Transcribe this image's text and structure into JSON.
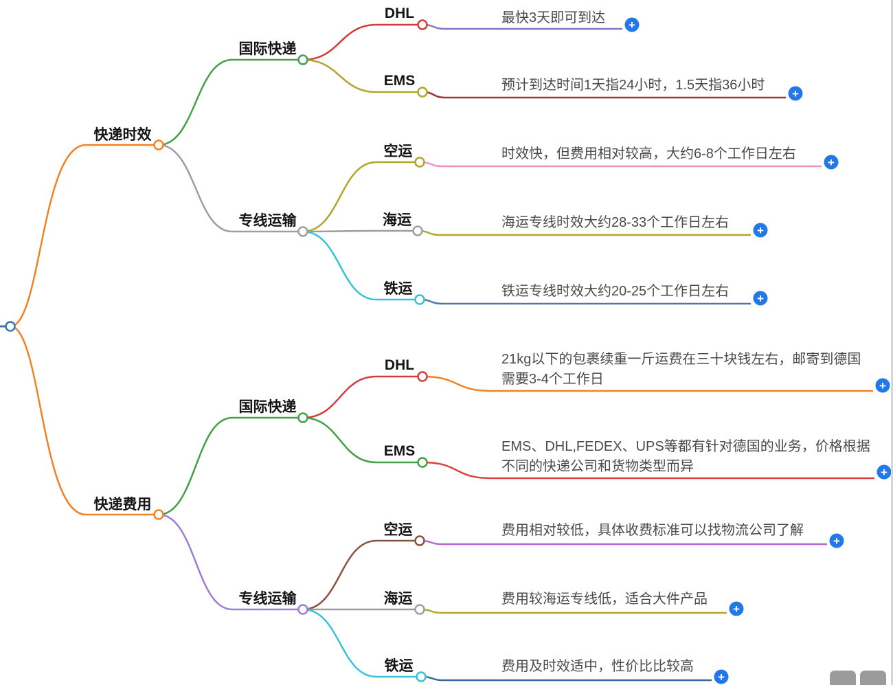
{
  "mindmap": {
    "branches": [
      {
        "label": "快递时效",
        "children": [
          {
            "label": "国际快递",
            "children": [
              {
                "label": "DHL",
                "desc": "最快3天即可到达"
              },
              {
                "label": "EMS",
                "desc": "预计到达时间1天指24小时，1.5天指36小时"
              }
            ]
          },
          {
            "label": "专线运输",
            "children": [
              {
                "label": "空运",
                "desc": "时效快，但费用相对较高，大约6-8个工作日左右"
              },
              {
                "label": "海运",
                "desc": "海运专线时效大约28-33个工作日左右"
              },
              {
                "label": "铁运",
                "desc": "铁运专线时效大约20-25个工作日左右"
              }
            ]
          }
        ]
      },
      {
        "label": "快递费用",
        "children": [
          {
            "label": "国际快递",
            "children": [
              {
                "label": "DHL",
                "desc": "21kg以下的包裹续重一斤运费在三十块钱左右，邮寄到德国需要3-4个工作日"
              },
              {
                "label": "EMS",
                "desc": "EMS、DHL,FEDEX、UPS等都有针对德国的业务，价格根据不同的快递公司和货物类型而异"
              }
            ]
          },
          {
            "label": "专线运输",
            "children": [
              {
                "label": "空运",
                "desc": "费用相对较低，具体收费标准可以找物流公司了解"
              },
              {
                "label": "海运",
                "desc": "费用较海运专线低，适合大件产品"
              },
              {
                "label": "铁运",
                "desc": "费用及时效适中，性价比比较高"
              }
            ]
          }
        ]
      }
    ]
  },
  "colors": {
    "root": "#3574b2",
    "orange": "#f08223",
    "green": "#43a047",
    "gray": "#9e9e9e",
    "red": "#d43c3c",
    "olive": "#b3a42c",
    "cyan": "#35c3d8",
    "purple": "#9d7bd8",
    "brown": "#8a5240",
    "leaf_purple": "#8276c4",
    "leaf_darkred": "#9c3732",
    "leaf_pink": "#f090c2",
    "leaf_olive": "#b3a42c",
    "leaf_steelblue": "#4a78a8",
    "leaf_orange": "#f08223",
    "leaf_red": "#e04040",
    "leaf_violet": "#b466d6",
    "leaf_blue": "#3668a0",
    "plus_button": "#2278e8"
  },
  "icons": {
    "plus": "+"
  }
}
